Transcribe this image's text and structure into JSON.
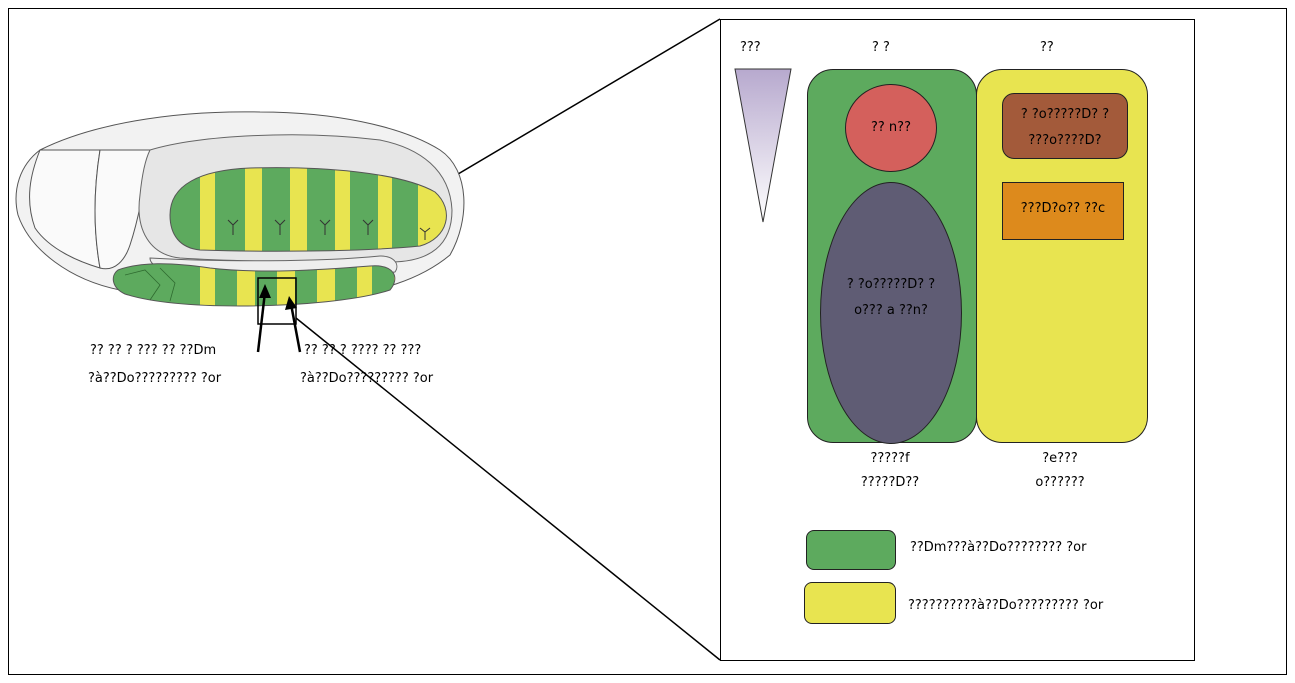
{
  "colors": {
    "green": "#5DAA5E",
    "yellow": "#E8E450",
    "red_circle": "#D4605C",
    "purple_ellipse": "#5F5C74",
    "brown_box": "#A35A3A",
    "orange_box": "#DD8A1C",
    "gradient_triangle": "#B7A9CE"
  },
  "left_panel": {
    "label_left_line1": "?? ?? ? ??? ?? ??Dm",
    "label_left_line2": "?à??Do?????????   ?or",
    "label_right_line1": "?? ?? ? ???? ?? ???",
    "label_right_line2": "?à??Do?????????    ?or"
  },
  "zoom_panel": {
    "header_left": "???",
    "header_mid": "? ?",
    "header_right": "??",
    "red_circle_label": "?? n??",
    "purple_ellipse_line1": "? ?o?????D? ?",
    "purple_ellipse_line2": "o??? a ??n?",
    "brown_box_line1": "? ?o?????D? ?",
    "brown_box_line2": "???o????D?",
    "orange_box_label": "???D?o?? ??c",
    "green_column_line1": "?????f",
    "green_column_line2": "?????D??",
    "yellow_column_line1": "?e???",
    "yellow_column_line2": "o??????",
    "legend_green_label": "??Dm???à??Do????????   ?or",
    "legend_yellow_label": "??????????à??Do?????????   ?or"
  }
}
